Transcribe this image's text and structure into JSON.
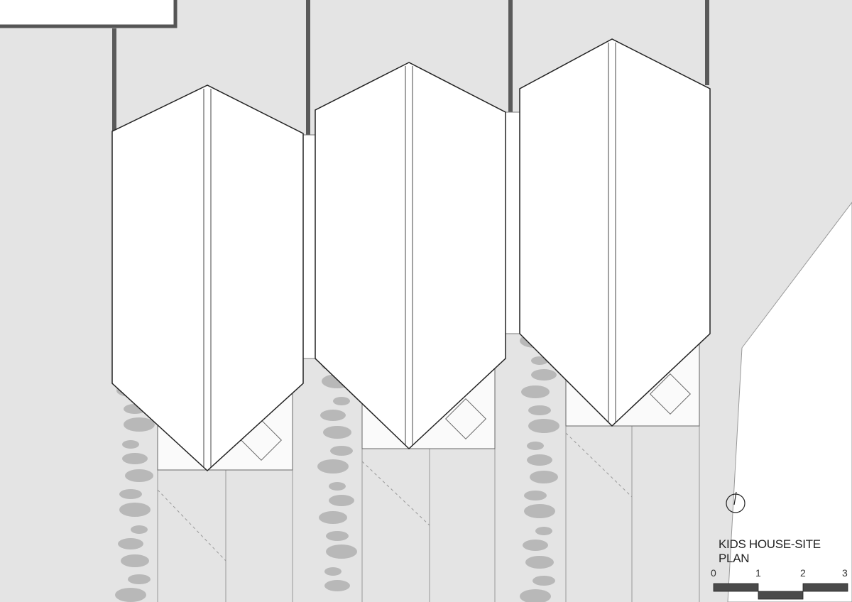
{
  "drawing": {
    "title": "KIDS HOUSE-SITE PLAN",
    "scale_bar": {
      "labels": [
        "0",
        "1",
        "2",
        "3"
      ],
      "units_count": 3
    },
    "north_arrow": "north-arrow-icon",
    "houses_count": 3
  },
  "colors": {
    "ground": "#e4e4e4",
    "roof": "#ffffff",
    "wall": "#555555",
    "stone": "#b8b8b8",
    "scale_bar": "#4a4a4a"
  }
}
